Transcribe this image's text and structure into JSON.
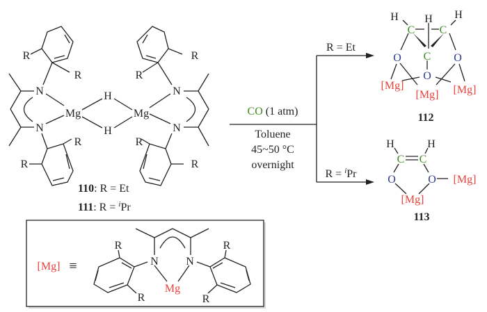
{
  "colors": {
    "mg": "#e8413a",
    "carbon": "#3f8a24",
    "oxygen": "#2e3a8c"
  },
  "atoms": {
    "R": "R",
    "N": "N",
    "Mg": "Mg",
    "H": "H",
    "C": "C",
    "O": "O",
    "Mg_fragment": "[Mg]"
  },
  "starting_material": {
    "label_110_num": "110",
    "label_110_text": ": R = Et",
    "label_111_num": "111",
    "label_111_text": ": R = ",
    "label_111_sup": "i",
    "label_111_tail": "Pr"
  },
  "conditions": {
    "reagent_co": "CO",
    "reagent_pressure": " (1 atm)",
    "solvent": "Toluene",
    "temperature": "45~50 °C",
    "time": "overnight"
  },
  "branches": {
    "upper": "R = Et",
    "lower_prefix": "R = ",
    "lower_sup": "i",
    "lower_tail": "Pr"
  },
  "products": {
    "p112": "112",
    "p113": "113"
  },
  "legend": {
    "definition_symbol": "≡"
  }
}
